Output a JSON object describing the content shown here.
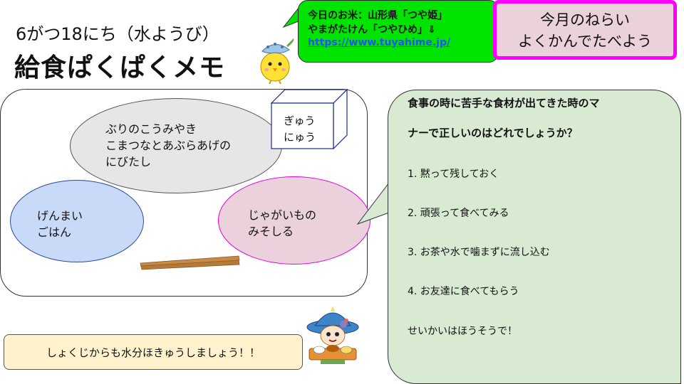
{
  "header": {
    "date": "6がつ18にち（水ようび）",
    "title": "給食ぱくぱくメモ"
  },
  "rice_callout": {
    "line1": "今日のお米：山形県「つや姫」",
    "line2": "やまがたけん「つやひめ」⇓",
    "link": "https://www.tuyahime.jp/",
    "color": "#00e400"
  },
  "aim": {
    "title": "今月のねらい",
    "text": "よくかんでたべよう",
    "border_color": "#ff00ff"
  },
  "tray": {
    "main_dish": [
      "ぶりのこうみやき",
      "こまつなとあぶらあげの",
      "にびたし"
    ],
    "milk": [
      "ぎゅう",
      "にゅう"
    ],
    "rice": [
      "げんまい",
      "ごはん"
    ],
    "soup": [
      "じゃがいもの",
      "みそしる"
    ]
  },
  "quiz": {
    "question_line1": "食事の時に苦手な食材が出てきた時のマ",
    "question_line2": "ナーで正しいのはどれでしょうか？",
    "options": [
      "1. 黙って残しておく",
      "2. 頑張って食べてみる",
      "3. お茶や水で噛まずに流し込む",
      "4. お友達に食べてもらう"
    ],
    "hint": "せいかいはほうそうで！"
  },
  "tip": {
    "text": "しょくじからも水分ほきゅうしましょう！！"
  },
  "icons": {
    "bird": "bird-mascot-icon",
    "chef": "chef-mascot-icon",
    "chopsticks": "chopsticks-icon"
  }
}
